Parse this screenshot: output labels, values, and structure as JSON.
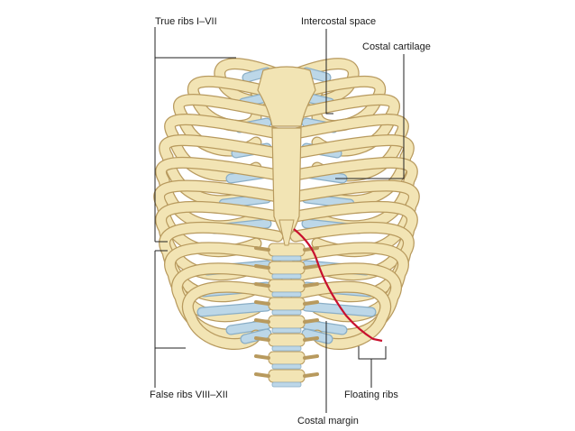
{
  "labels": {
    "true_ribs": "True ribs I–VII",
    "intercostal_space": "Intercostal space",
    "costal_cartilage": "Costal cartilage",
    "false_ribs": "False ribs VIII–XII",
    "floating_ribs": "Floating ribs",
    "costal_margin": "Costal margin"
  },
  "colors": {
    "bone": "#f2e4b4",
    "bone_outline": "#b89a5e",
    "cartilage": "#bcd7e8",
    "cartilage_outline": "#8aaec6",
    "costal_margin_line": "#c8102e",
    "leader_line": "#222222"
  }
}
